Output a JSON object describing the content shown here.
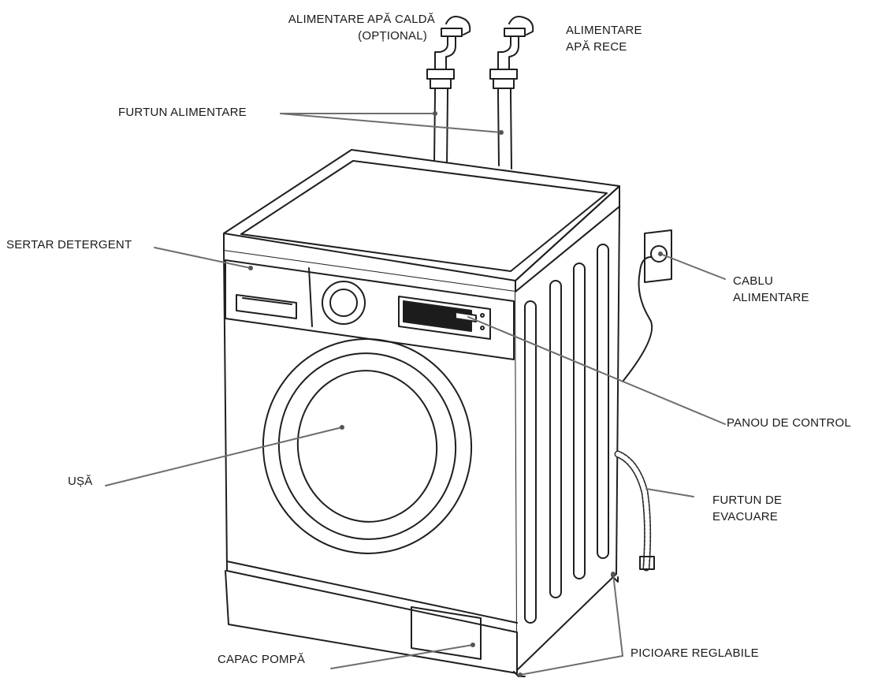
{
  "labels": {
    "hot_water": {
      "line1": "ALIMENTARE APĂ CALDĂ",
      "line2": "(OPȚIONAL)"
    },
    "cold_water": {
      "line1": "ALIMENTARE",
      "line2": "APĂ RECE"
    },
    "supply_hose": "FURTUN ALIMENTARE",
    "detergent_drawer": "SERTAR DETERGENT",
    "power_cable": {
      "line1": "CABLU",
      "line2": "ALIMENTARE"
    },
    "control_panel": "PANOU DE CONTROL",
    "door": "UȘĂ",
    "drain_hose": {
      "line1": "FURTUN DE",
      "line2": "EVACUARE"
    },
    "pump_cover": "CAPAC POMPĂ",
    "adjustable_feet": "PICIOARE REGLABILE"
  },
  "colors": {
    "stroke": "#1f1f1f",
    "leader": "#6e6e6e",
    "body_fill": "#ffffff",
    "display_fill": "#1c1c1c"
  }
}
